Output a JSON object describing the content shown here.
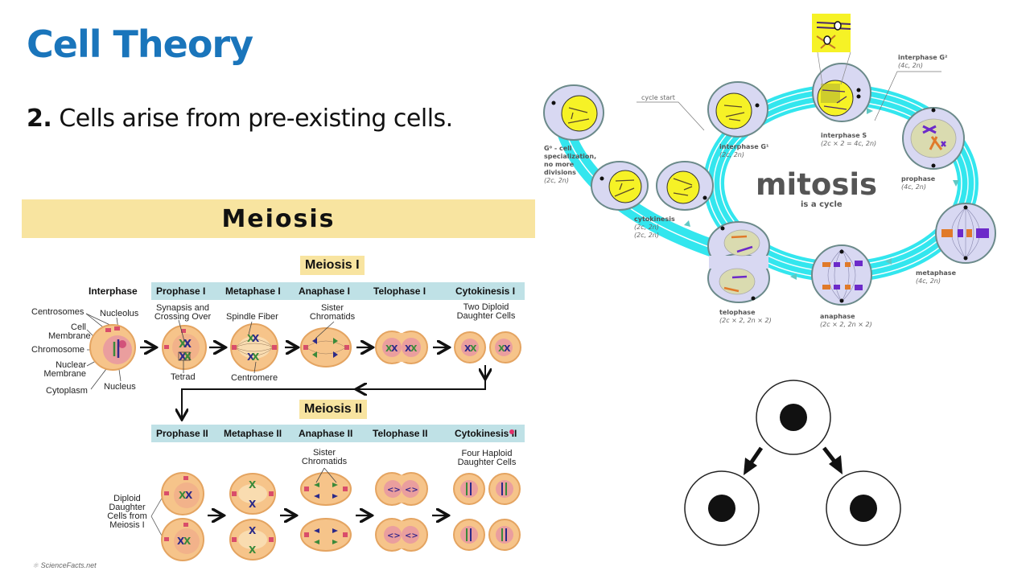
{
  "slide": {
    "title": "Cell Theory",
    "point_number": "2.",
    "point_text": " Cells arise from pre-existing cells."
  },
  "meiosis_diagram": {
    "banner": "Meiosis",
    "meiosis1": {
      "label": "Meiosis I",
      "interphase_label": "Interphase",
      "phases": [
        "Prophase I",
        "Metaphase I",
        "Anaphase I",
        "Telophase I",
        "Cytokinesis I"
      ],
      "callouts": {
        "centrosomes": "Centrosomes",
        "nucleolus": "Nucleolus",
        "cell_membrane_1": "Cell",
        "cell_membrane_2": "Membrane",
        "chromosome": "Chromosome",
        "nuclear_membrane_1": "Nuclear",
        "nuclear_membrane_2": "Membrane",
        "cytoplasm": "Cytoplasm",
        "nucleus": "Nucleus",
        "synapsis_1": "Synapsis and",
        "synapsis_2": "Crossing Over",
        "tetrad": "Tetrad",
        "spindle_fiber": "Spindle Fiber",
        "centromere": "Centromere",
        "sister_1": "Sister",
        "sister_2": "Chromatids",
        "two_diploid_1": "Two Diploid",
        "two_diploid_2": "Daughter Cells"
      }
    },
    "meiosis2": {
      "label": "Meiosis II",
      "phases": [
        "Prophase II",
        "Metaphase II",
        "Anaphase II",
        "Telophase II",
        "Cytokinesis II"
      ],
      "callouts": {
        "diploid_1": "Diploid",
        "diploid_2": "Daughter",
        "diploid_3": "Cells from",
        "diploid_4": "Meiosis I",
        "sister_1": "Sister",
        "sister_2": "Chromatids",
        "four_haploid_1": "Four Haploid",
        "four_haploid_2": "Daughter Cells"
      }
    },
    "credit": "ScienceFacts.net"
  },
  "mitosis_diagram": {
    "title": "mitosis",
    "subtitle": "is a cycle",
    "cycle_start": "cycle start",
    "stages": {
      "g0": {
        "l1": "G⁰ - cell",
        "l2": "specialization,",
        "l3": "no more",
        "l4": "divisions",
        "sub": "(2c, 2n)"
      },
      "g1": {
        "name": "interphase G¹",
        "sub": "(2c, 2n)"
      },
      "s": {
        "name": "interphase S",
        "sub": "(2c × 2 = 4c, 2n)"
      },
      "g2": {
        "name": "interphase G²",
        "sub": "(4c, 2n)"
      },
      "prophase": {
        "name": "prophase",
        "sub": "(4c, 2n)"
      },
      "metaphase": {
        "name": "metaphase",
        "sub": "(4c, 2n)"
      },
      "anaphase": {
        "name": "anaphase",
        "sub": "(2c × 2, 2n × 2)"
      },
      "telophase": {
        "name": "telophase",
        "sub": "(2c × 2, 2n × 2)"
      },
      "cytokinesis": {
        "name": "cytokinesis",
        "sub1": "(2c, 2n)",
        "sub2": "(2c, 2n)"
      }
    }
  },
  "division_diagram": {
    "description": "one cell dividing into two cells"
  },
  "colors": {
    "title_blue": "#1a75bb",
    "banner_yellow": "#f8e4a0",
    "phase_bar_blue": "#bfe1e6",
    "cycle_cyan": "#33e6ee",
    "cell_orange": "#f6c48a",
    "nucleus_pink": "#ea9e9e",
    "mitosis_cell": "#d8d8f2",
    "nucleus_yellow": "#f6f226"
  }
}
